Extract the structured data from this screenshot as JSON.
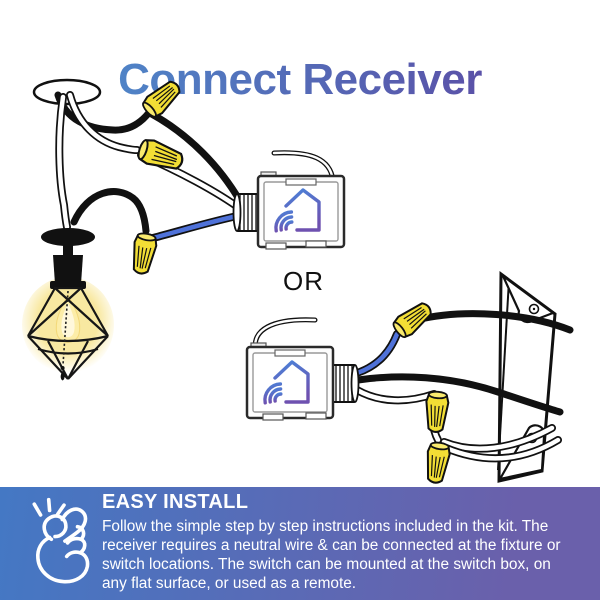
{
  "title": {
    "text": "Connect Receiver"
  },
  "or_label": "OR",
  "banner": {
    "heading": "EASY INSTALL",
    "body": "Follow the simple step by step instructions included in the kit. The receiver requires a neutral wire & can be connected at the fixture or switch locations. The switch can be mounted at the switch box, on any flat surface, or used as a remote.",
    "icon": "snap-fingers-icon"
  },
  "diagrams": {
    "fixture_location": "receiver connected at light fixture with pendant cage lamp, ceiling hole, three yellow wire nuts, black/white/blue wires",
    "switch_location": "receiver connected at switch box with three yellow wire nuts and twisted white wires",
    "receiver_logo": "smart-home-house-wifi-logo"
  },
  "colors": {
    "title_gradient_from": "#4e87c9",
    "title_gradient_to": "#5a52a8",
    "banner_gradient_from": "#4478c4",
    "banner_gradient_to": "#6a60ab",
    "wire_blue": "#4f72d9",
    "wire_nut_yellow": "#f2de35",
    "wire_nut_rim": "#f9ea6e",
    "logo_gradient_from": "#4b82d8",
    "logo_gradient_to": "#6e51b0",
    "bulb_glow": "#f8e79c",
    "text_on_banner": "#ffffff",
    "or_text": "#111111"
  }
}
